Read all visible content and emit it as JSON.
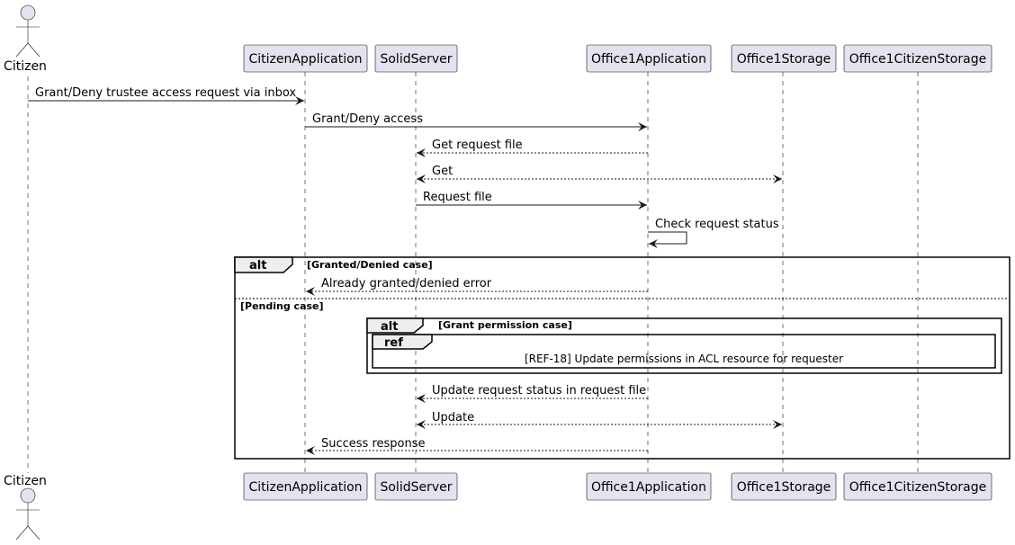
{
  "participants": {
    "citizen": "Citizen",
    "citizen_app": "CitizenApplication",
    "solid_server": "SolidServer",
    "office1_app": "Office1Application",
    "office1_storage": "Office1Storage",
    "office1_citizen_storage": "Office1CitizenStorage"
  },
  "messages": {
    "m1": "Grant/Deny trustee access request via inbox",
    "m2": "Grant/Deny access",
    "m3": "Get request file",
    "m4": "Get",
    "m5": "Request file",
    "m6": "Check request status",
    "m7": "Already granted/denied error",
    "m8": "Update request status in request file",
    "m9": "Update",
    "m10": "Success response"
  },
  "fragments": {
    "alt_outer": {
      "keyword": "alt",
      "guard1": "[Granted/Denied case]",
      "guard2": "[Pending case]"
    },
    "alt_inner": {
      "keyword": "alt",
      "guard": "[Grant permission case]"
    },
    "ref": {
      "keyword": "ref",
      "text": "[REF-18] Update permissions in ACL resource for requester"
    }
  }
}
